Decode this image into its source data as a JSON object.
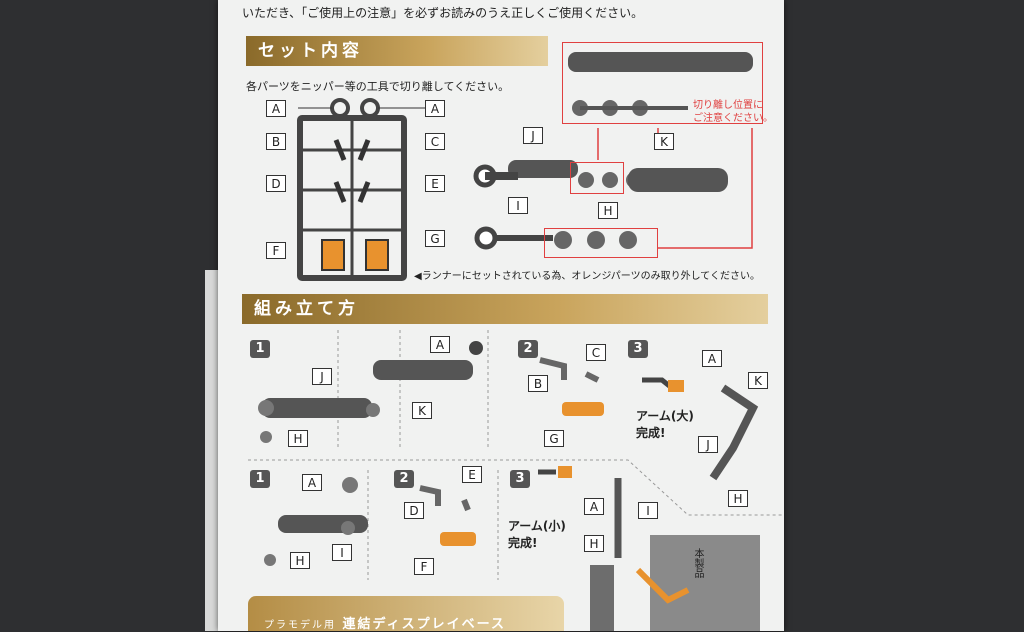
{
  "top_text": "いただき、「ご使用上の注意」を必ずお読みのうえ正しくご使用ください。",
  "section1": {
    "title": "セット内容",
    "instruction": "各パーツをニッパー等の工具で切り離してください。",
    "runner_note": "◀ランナーにセットされている為、オレンジパーツのみ取り外してください。",
    "cut_note_line1": "切り離し位置に",
    "cut_note_line2": "ご注意ください。"
  },
  "section2": {
    "title": "組み立て方",
    "large_done_1": "アーム(大)",
    "large_done_2": "完成!",
    "small_done_1": "アーム(小)",
    "small_done_2": "完成!"
  },
  "steps": {
    "one": "1",
    "two": "2",
    "three": "3"
  },
  "part_labels": {
    "A": "A",
    "B": "B",
    "C": "C",
    "D": "D",
    "E": "E",
    "F": "F",
    "G": "G",
    "H": "H",
    "I": "I",
    "J": "J",
    "K": "K"
  },
  "bottom": {
    "banner_small": "プラモデル用",
    "banner_main": "連結ディスプレイベース",
    "side_text": "本製品"
  },
  "colors": {
    "accent_gold": "#b48d45",
    "part_orange": "#e8922e",
    "red_frame": "#e04040"
  }
}
